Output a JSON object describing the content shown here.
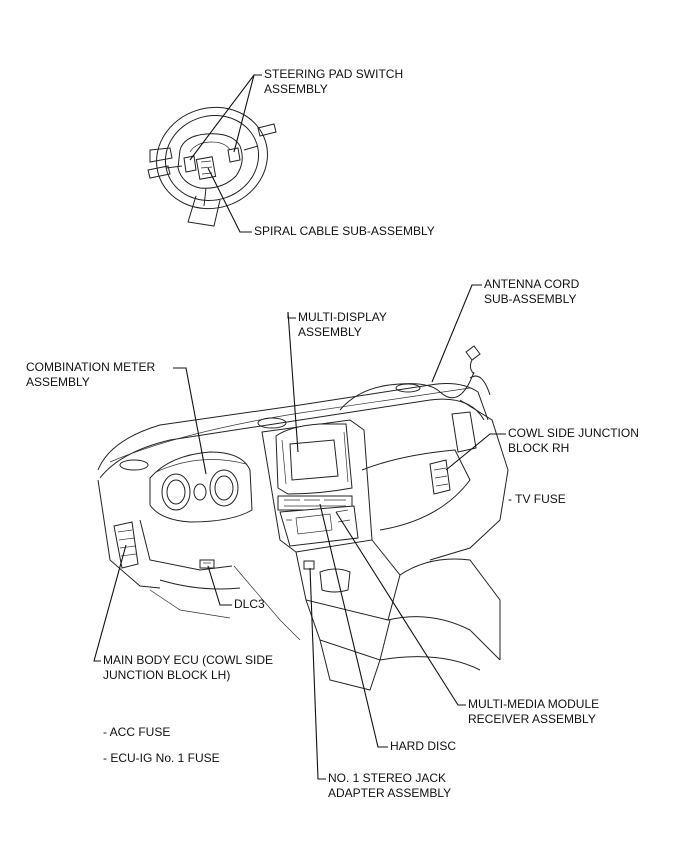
{
  "labels": {
    "steering_pad": [
      "STEERING PAD SWITCH",
      "ASSEMBLY"
    ],
    "spiral_cable": [
      "SPIRAL CABLE SUB-ASSEMBLY"
    ],
    "antenna_cord": [
      "ANTENNA CORD",
      "SUB-ASSEMBLY"
    ],
    "multi_display": [
      "MULTI-DISPLAY",
      "ASSEMBLY"
    ],
    "combination_meter": [
      "COMBINATION METER",
      "ASSEMBLY"
    ],
    "cowl_side_rh": [
      "COWL SIDE JUNCTION",
      "BLOCK RH"
    ],
    "tv_fuse": [
      "- TV FUSE"
    ],
    "dlc3": [
      "DLC3"
    ],
    "main_body_ecu": [
      "MAIN BODY ECU (COWL SIDE",
      "JUNCTION BLOCK LH)"
    ],
    "multimedia_module": [
      "MULTI-MEDIA MODULE",
      "RECEIVER ASSEMBLY"
    ],
    "acc_fuse": [
      "- ACC FUSE"
    ],
    "ecu_ig_fuse": [
      "- ECU-IG No. 1 FUSE"
    ],
    "hard_disc": [
      "HARD DISC"
    ],
    "stereo_jack": [
      "NO. 1 STEREO JACK",
      "ADAPTER ASSEMBLY"
    ]
  }
}
